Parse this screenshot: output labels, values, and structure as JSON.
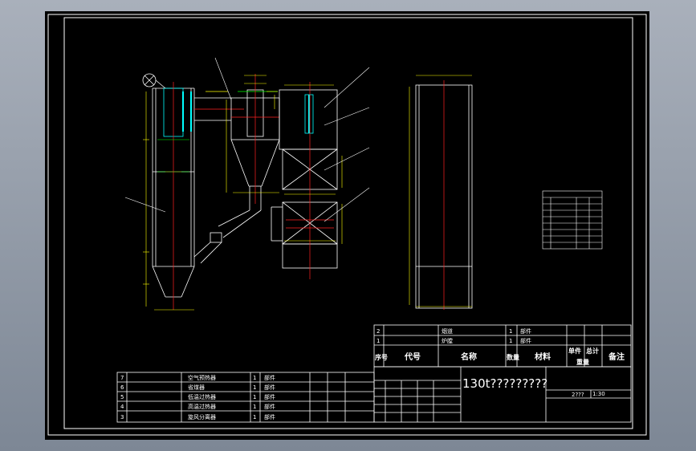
{
  "title_block": {
    "drawing_title": "130t?????????",
    "scale": "1:30",
    "sheet_info": "2???"
  },
  "parts_list_upper": {
    "rows": [
      {
        "no": "2",
        "name": "烟道",
        "qty": "1",
        "remark": "部件"
      },
      {
        "no": "1",
        "name": "炉膛",
        "qty": "1",
        "remark": "部件"
      }
    ],
    "header": {
      "no": "序号",
      "code": "代号",
      "name": "名称",
      "qty": "数量",
      "material": "材料",
      "single": "单件",
      "total": "总计",
      "weight": "重量",
      "remark": "备注"
    }
  },
  "parts_list_lower": {
    "rows": [
      {
        "no": "7",
        "name": "空气预热器",
        "qty": "1",
        "remark": "部件"
      },
      {
        "no": "6",
        "name": "省煤器",
        "qty": "1",
        "remark": "部件"
      },
      {
        "no": "5",
        "name": "低温过热器",
        "qty": "1",
        "remark": "部件"
      },
      {
        "no": "4",
        "name": "高温过热器",
        "qty": "1",
        "remark": "部件"
      },
      {
        "no": "3",
        "name": "旋风分离器",
        "qty": "1",
        "remark": "部件"
      }
    ]
  },
  "colors": {
    "sheet_bg": "#000000",
    "line_white": "#ffffff",
    "center_red": "#ff2020",
    "dim_yellow": "#ffff00",
    "dim_green": "#00ff00",
    "cyan": "#00ffff"
  }
}
